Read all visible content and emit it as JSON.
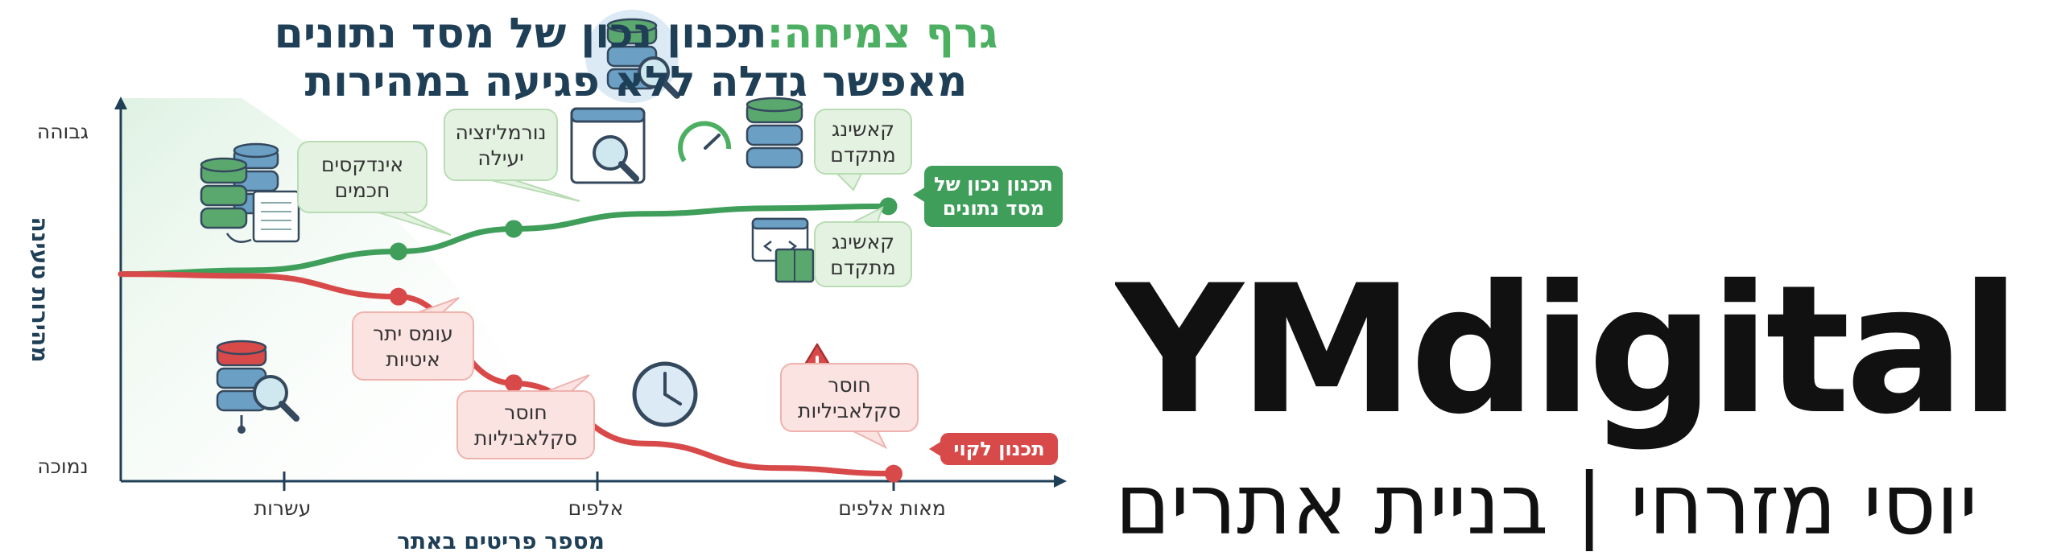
{
  "header": {
    "title_accent": "גרף צמיחה:",
    "title_rest": "תכנון נכון של מסד נתונים",
    "title_line2": "מאפשר גדלה ללא פגיעה במהירות"
  },
  "brand": {
    "name": "YMdigital",
    "tagline": "יוסי מזרחי | בניית אתרים"
  },
  "colors": {
    "good": "#3f9e5a",
    "bad": "#d84a4a",
    "title_dark": "#1f3f57",
    "axis": "#1f3f57"
  },
  "chart_data": {
    "type": "line",
    "title": "גרף צמיחה: תכנון נכון של מסד נתונים מאפשר גדלה ללא פגיעה במהירות",
    "xlabel": "מספר פריטים באתר",
    "ylabel": "מהירות טעינה",
    "x_categories": [
      "עשרות",
      "אלפים",
      "מאות אלפים"
    ],
    "y_categories": [
      "נמוכה",
      "גבוהה"
    ],
    "xlim": [
      0,
      3
    ],
    "ylim": [
      0,
      1
    ],
    "series": [
      {
        "name": "תכנון נכון של מסד נתונים",
        "color": "#3f9e5a",
        "points": [
          {
            "x": 0,
            "y": 0.55
          },
          {
            "x": 0.5,
            "y": 0.56
          },
          {
            "x": 1.06,
            "y": 0.61
          },
          {
            "x": 1.5,
            "y": 0.67
          },
          {
            "x": 2,
            "y": 0.71
          },
          {
            "x": 2.5,
            "y": 0.725
          },
          {
            "x": 2.93,
            "y": 0.73
          }
        ],
        "markers": [
          {
            "x": 1.06,
            "y": 0.61
          },
          {
            "x": 1.5,
            "y": 0.67
          },
          {
            "x": 2.93,
            "y": 0.73
          }
        ]
      },
      {
        "name": "תכנון לקוי",
        "color": "#d84a4a",
        "points": [
          {
            "x": 0,
            "y": 0.55
          },
          {
            "x": 0.5,
            "y": 0.545
          },
          {
            "x": 1.06,
            "y": 0.49
          },
          {
            "x": 1.5,
            "y": 0.26
          },
          {
            "x": 2,
            "y": 0.1
          },
          {
            "x": 2.5,
            "y": 0.035
          },
          {
            "x": 2.95,
            "y": 0.02
          }
        ],
        "markers": [
          {
            "x": 1.06,
            "y": 0.49
          },
          {
            "x": 1.5,
            "y": 0.26
          },
          {
            "x": 2.95,
            "y": 0.02
          }
        ]
      }
    ],
    "annotations": [
      {
        "id": "smart-indexes",
        "lines": [
          "אינדקסים",
          "חכמים"
        ],
        "tone": "good",
        "icon": "database-index-icon"
      },
      {
        "id": "normalization",
        "lines": [
          "נורמליזציה",
          "יעילה"
        ],
        "tone": "good",
        "icon": "search-window-icon"
      },
      {
        "id": "caching-top",
        "lines": [
          "קאשינג",
          "מתקדם"
        ],
        "tone": "good",
        "icon": "speed-database-icon"
      },
      {
        "id": "caching-bottom",
        "lines": [
          "קאשינג",
          "מתקדם"
        ],
        "tone": "good",
        "icon": "code-package-icon"
      },
      {
        "id": "overload",
        "lines": [
          "עומס יתר",
          "איטיות"
        ],
        "tone": "bad",
        "icon": "database-search-red-icon"
      },
      {
        "id": "no-scale-mid",
        "lines": [
          "חוסר",
          "סקלאביליות"
        ],
        "tone": "bad",
        "icon": "clock-icon"
      },
      {
        "id": "no-scale-right",
        "lines": [
          "חוסר",
          "סקלאביליות"
        ],
        "tone": "bad",
        "icon": "warning-icon"
      }
    ],
    "end_labels": [
      {
        "series": "good",
        "lines": [
          "תכנון נכון של",
          "מסד נתונים"
        ]
      },
      {
        "series": "bad",
        "lines": [
          "תכנון לקוי"
        ]
      }
    ],
    "grid": false,
    "legend": "none"
  }
}
